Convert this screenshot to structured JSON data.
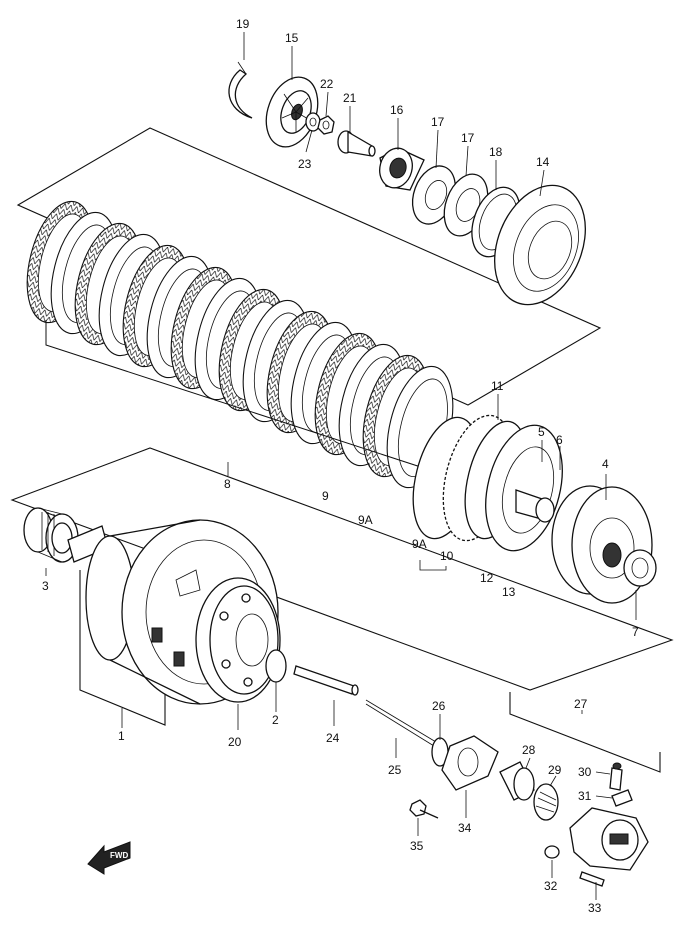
{
  "diagram": {
    "fwd_badge": "FWD",
    "callouts": {
      "c1": "1",
      "c2": "2",
      "c3": "3",
      "c4": "4",
      "c5": "5",
      "c6": "6",
      "c7": "7",
      "c8": "8",
      "c9": "9",
      "c9a_top": "9A",
      "c9a_bottom": "9A",
      "c10": "10",
      "c11": "11",
      "c12": "12",
      "c13": "13",
      "c14": "14",
      "c15": "15",
      "c16": "16",
      "c17a": "17",
      "c17b": "17",
      "c18": "18",
      "c19": "19",
      "c20": "20",
      "c21": "21",
      "c22": "22",
      "c23": "23",
      "c24": "24",
      "c25": "25",
      "c26": "26",
      "c27": "27",
      "c28": "28",
      "c29": "29",
      "c30": "30",
      "c31": "31",
      "c32": "32",
      "c33": "33",
      "c34": "34",
      "c35": "35"
    }
  }
}
